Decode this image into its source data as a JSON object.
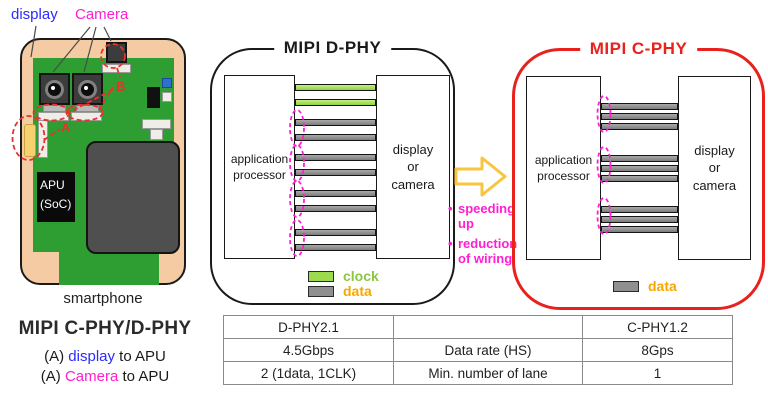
{
  "phone": {
    "display_label": "display",
    "camera_label": "Camera",
    "marker_a": "A",
    "marker_b": "B",
    "apu_line1": "APU",
    "apu_line2": "(SoC)",
    "caption": "smartphone"
  },
  "summary": {
    "title": "MIPI C-PHY/D-PHY",
    "lines": [
      {
        "prefix": "(A) ",
        "term": "display",
        "suffix": " to APU"
      },
      {
        "prefix": "(A) ",
        "term": "Camera",
        "suffix": " to APU"
      }
    ]
  },
  "dphy": {
    "title": "MIPI D-PHY",
    "left_box_lines": [
      "application",
      "processor"
    ],
    "right_box_lines": [
      "display",
      "or",
      "camera"
    ],
    "legend": [
      {
        "label": "clock"
      },
      {
        "label": "data"
      }
    ]
  },
  "cphy": {
    "title": "MIPI C-PHY",
    "left_box_lines": [
      "application",
      "processor"
    ],
    "right_box_lines": [
      "display",
      "or",
      "camera"
    ],
    "legend": [
      {
        "label": "data"
      }
    ]
  },
  "transition": {
    "bullet_char": "•",
    "bullets": [
      "speeding up",
      "reduction of wiring"
    ]
  },
  "table": {
    "rows": [
      [
        "D-PHY2.1",
        "",
        "C-PHY1.2"
      ],
      [
        "4.5Gbps",
        "Data rate (HS)",
        "8Gps"
      ],
      [
        "2 (1data, 1CLK)",
        "Min. number of lane",
        "1"
      ]
    ]
  },
  "colors": {
    "pcb_green": "#2f9e32",
    "phone_peach": "#f5cba4",
    "clock_green": "#9bdb4d",
    "data_gray": "#8f8f8f",
    "clock_text": "#8dc63f",
    "data_text": "#f7a800",
    "magenta": "#ff1ed2",
    "annotation_red": "#e8312a",
    "display_blue": "#2b2bff",
    "cphy_red": "#e8211c",
    "arrow_yellow": "#f8c63e"
  }
}
